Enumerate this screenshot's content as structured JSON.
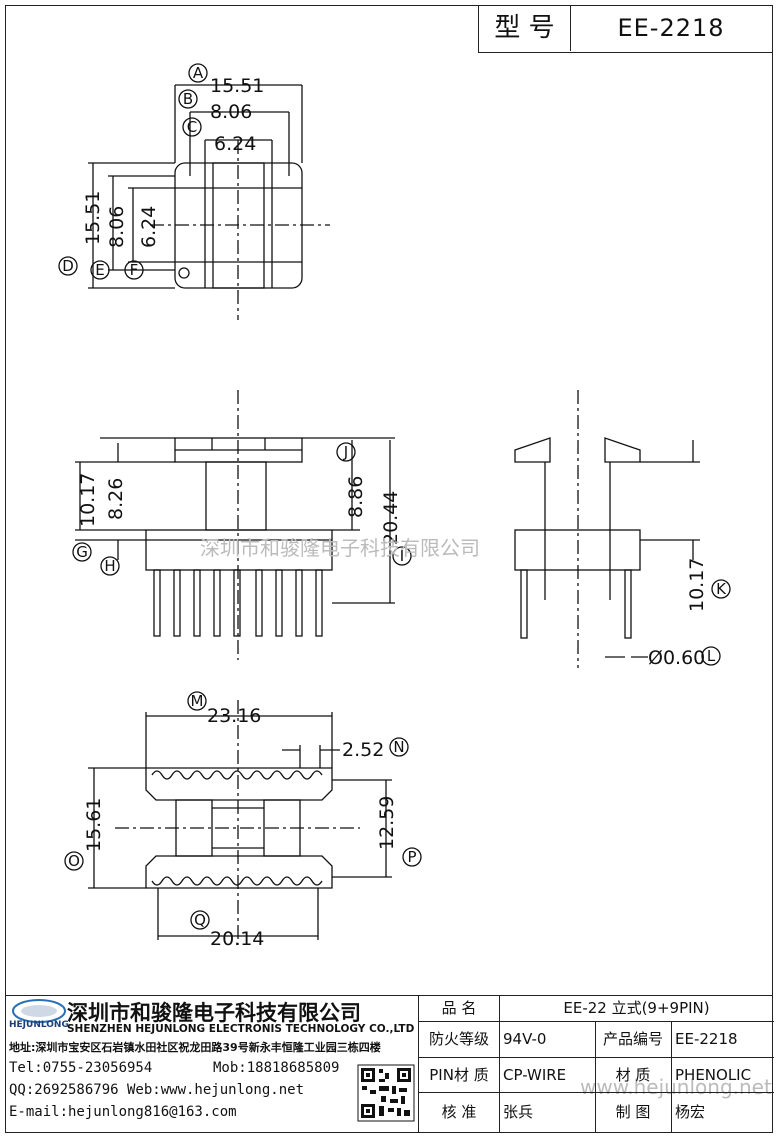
{
  "header": {
    "model_label": "型 号",
    "model_value": "EE-2218"
  },
  "top_view": {
    "dims": [
      "15.51",
      "8.06",
      "6.24",
      "15.51",
      "8.06",
      "6.24"
    ],
    "callouts": [
      "A",
      "B",
      "C",
      "D",
      "E",
      "F"
    ]
  },
  "front_view": {
    "dims": [
      "10.17",
      "8.26",
      "8.86",
      "20.44"
    ],
    "callouts": [
      "J",
      "G",
      "H",
      "I"
    ]
  },
  "side_view": {
    "dims": [
      "10.17",
      "Ø0.60"
    ],
    "callouts": [
      "K",
      "L"
    ]
  },
  "bottom_view": {
    "dims": [
      "23.16",
      "2.52",
      "15.61",
      "12.59",
      "20.14"
    ],
    "callouts": [
      "M",
      "N",
      "O",
      "P",
      "Q"
    ]
  },
  "watermarks": [
    "深圳市和骏隆电子科技有限公司",
    "www.hejunlong.net"
  ],
  "company": {
    "logo_text": "HEJUNLONG",
    "name_cn": "深圳市和骏隆电子科技有限公司",
    "name_en": "SHENZHEN HEJUNLONG ELECTRONIS TECHNOLOGY CO.,LTD",
    "address": "地址:深圳市宝安区石岩镇水田社区祝龙田路39号新永丰恒隆工业园三栋四楼",
    "tel": "Tel:0755-23056954",
    "mob": "Mob:18818685809",
    "qq_web": "QQ:2692586796 Web:www.hejunlong.net",
    "email": "E-mail:hejunlong816@163.com"
  },
  "spec_table": {
    "product_name_label": "品 名",
    "product_name_value": "EE-22 立式(9+9PIN)",
    "fire_label": "防火等级",
    "fire_value": "94V-0",
    "code_label": "产品编号",
    "code_value": "EE-2218",
    "pin_label": "PIN材 质",
    "pin_value": "CP-WIRE",
    "material_label": "材 质",
    "material_value": "PHENOLIC",
    "check_label": "核 准",
    "check_value": "张兵",
    "draw_label": "制 图",
    "draw_value": "杨宏"
  }
}
